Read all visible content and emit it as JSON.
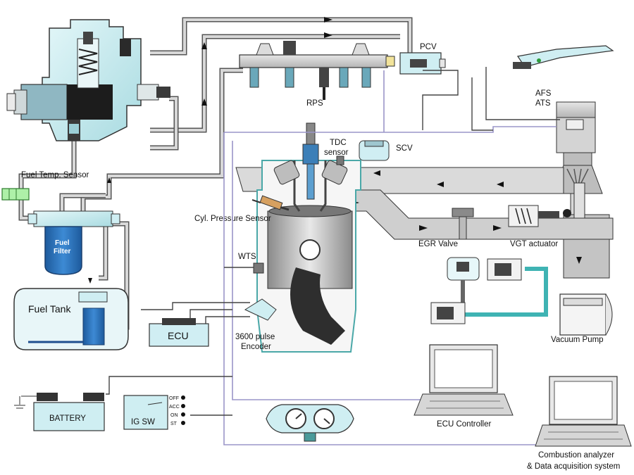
{
  "labels": {
    "pcv": "PCV",
    "rps": "RPS",
    "afs": "AFS",
    "ats": "ATS",
    "tdc_sensor_1": "TDC",
    "tdc_sensor_2": "sensor",
    "scv": "SCV",
    "fuel_temp_sensor": "Fuel Temp. Sensor",
    "cyl_pressure_sensor": "Cyl. Pressure Sensor",
    "fuel_filter_1": "Fuel",
    "fuel_filter_2": "Filter",
    "egr_valve": "EGR Valve",
    "vgt_actuator": "VGT actuator",
    "wts": "WTS",
    "fuel_tank": "Fuel Tank",
    "ecu": "ECU",
    "encoder_1": "3600 pulse",
    "encoder_2": "Encoder",
    "vacuum_pump": "Vacuum Pump",
    "ecu_controller": "ECU Controller",
    "battery": "BATTERY",
    "ig_sw": "IG SW",
    "ig_off": "OFF",
    "ig_acc": "ACC",
    "ig_on": "ON",
    "ig_st": "ST",
    "combustion_1": "Combustion analyzer",
    "combustion_2": "& Data acquisition system"
  },
  "colors": {
    "fuel_component": "#cfeef2",
    "pipe": "#555555",
    "pipe_inner": "#d8d8d8",
    "vacuum_line": "#3fb3b3",
    "filter_blue": "#2a6fb8",
    "signal_wire": "#9a95c8"
  }
}
